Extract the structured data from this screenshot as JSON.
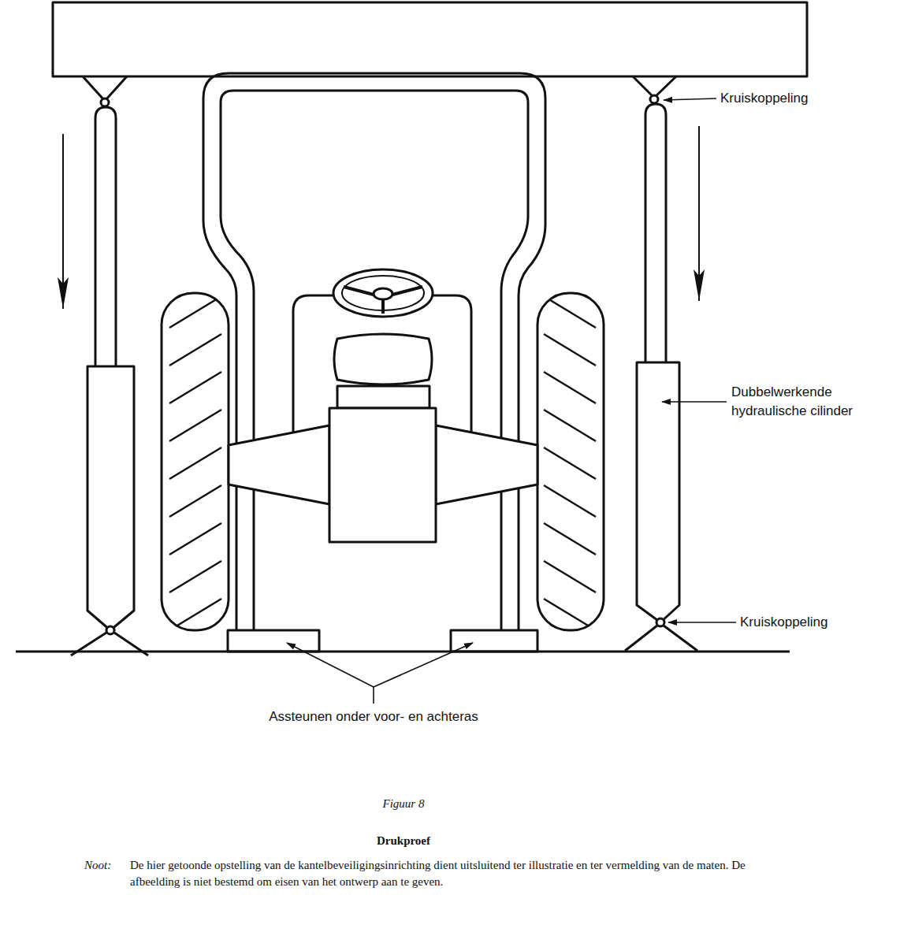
{
  "diagram": {
    "caption": "Figuur 8",
    "labels": [
      "Kruiskoppeling",
      "Dubbelwerkende hydraulische cilinder",
      "Kruiskoppeling",
      "Assteunen onder voor- en achteras",
      "Drukproef",
      "Noot:",
      "De hier getoonde opstelling van de kantelbeveiligingsinrichting dient uitsluitend ter illustratie en ter vermelding van de maten. De afbeelding is niet bestemd om eisen van het ontwerp aan te geven."
    ]
  }
}
